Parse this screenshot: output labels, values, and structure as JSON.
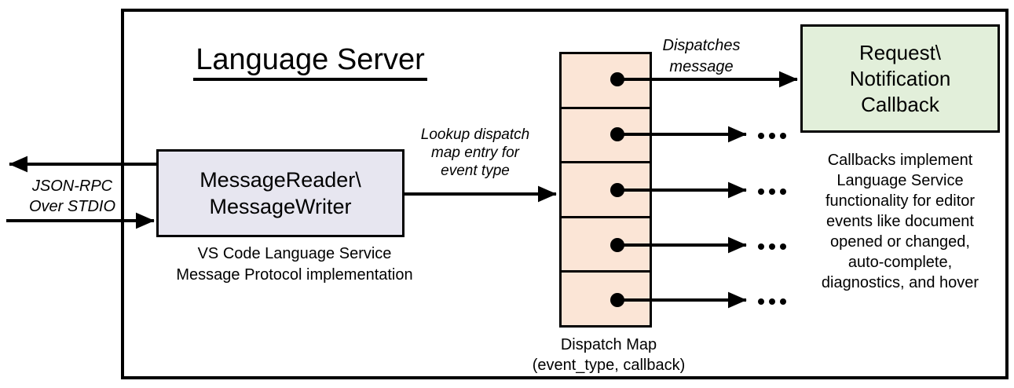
{
  "diagram": {
    "title": "Language Server",
    "message_reader": {
      "label": "MessageReader\\\nMessageWriter",
      "caption": "VS Code Language Service\nMessage Protocol implementation"
    },
    "dispatch_map": {
      "row_count": 5,
      "caption": "Dispatch Map\n(event_type, callback)"
    },
    "callback": {
      "label": "Request\\\nNotification\nCallback",
      "caption": "Callbacks implement\nLanguage Service\nfunctionality for editor\nevents like document\nopened or changed,\nauto-complete,\ndiagnostics, and hover"
    },
    "annotations": {
      "io_channel": "JSON-RPC\nOver STDIO",
      "lookup": "Lookup dispatch\nmap entry for\nevent type",
      "dispatch": "Dispatches\nmessage"
    },
    "colors": {
      "message_reader_fill": "#e7e6f0",
      "dispatch_map_fill": "#fbe5d6",
      "callback_fill": "#e2efda",
      "line": "#000000",
      "background": "#ffffff"
    }
  }
}
